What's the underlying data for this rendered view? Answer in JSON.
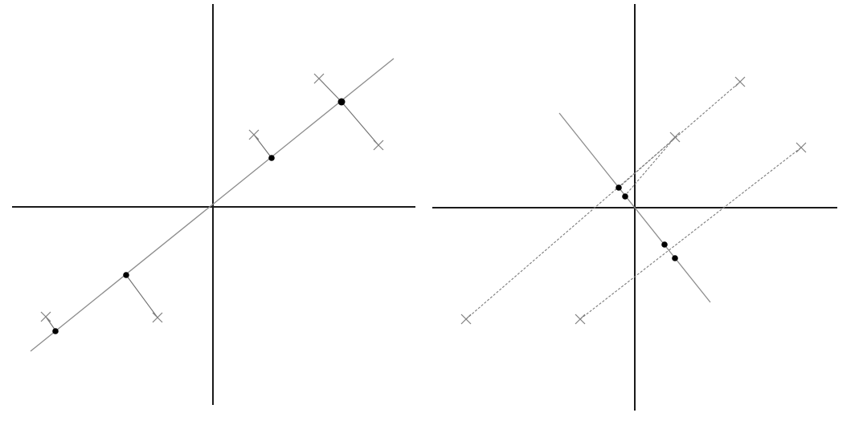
{
  "panels": [
    {
      "name": "left-panel",
      "point_count": 4,
      "points_on_principal_axis": 4
    },
    {
      "name": "right-panel",
      "point_count": 4,
      "points_on_second_axis": 4
    }
  ],
  "colors": {
    "axis": "#1a1a1a",
    "line": "#8c8c8c",
    "point": "#000000",
    "cross": "#808080"
  },
  "icons": {
    "data_point": "x-mark",
    "projection": "filled-dot"
  }
}
